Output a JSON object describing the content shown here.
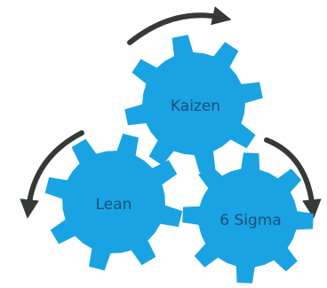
{
  "colors": {
    "gear_fill": "#1aa3e3",
    "arrow": "#353a36",
    "label": "#1c4f7a"
  },
  "gears": [
    {
      "id": "kaizen",
      "label": "Kaizen"
    },
    {
      "id": "lean",
      "label": "Lean"
    },
    {
      "id": "six-sigma",
      "label": "6 Sigma"
    }
  ],
  "arrows": [
    {
      "id": "top",
      "direction": "clockwise",
      "icon": "curved-arrow-icon"
    },
    {
      "id": "left",
      "direction": "counter-clockwise",
      "icon": "curved-arrow-icon"
    },
    {
      "id": "right",
      "direction": "clockwise",
      "icon": "curved-arrow-icon"
    }
  ]
}
